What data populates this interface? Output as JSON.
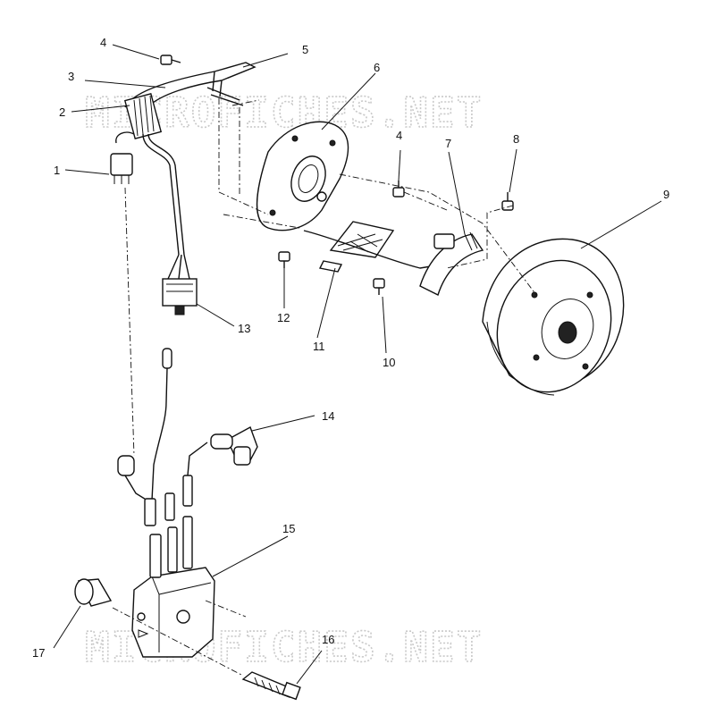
{
  "watermark": {
    "top": "MICROFICHES.NET",
    "bottom": "MICROFICHES.NET"
  },
  "callouts": [
    "1",
    "2",
    "3",
    "4",
    "5",
    "6",
    "4",
    "7",
    "8",
    "9",
    "13",
    "12",
    "11",
    "10",
    "14",
    "15",
    "16",
    "17"
  ]
}
